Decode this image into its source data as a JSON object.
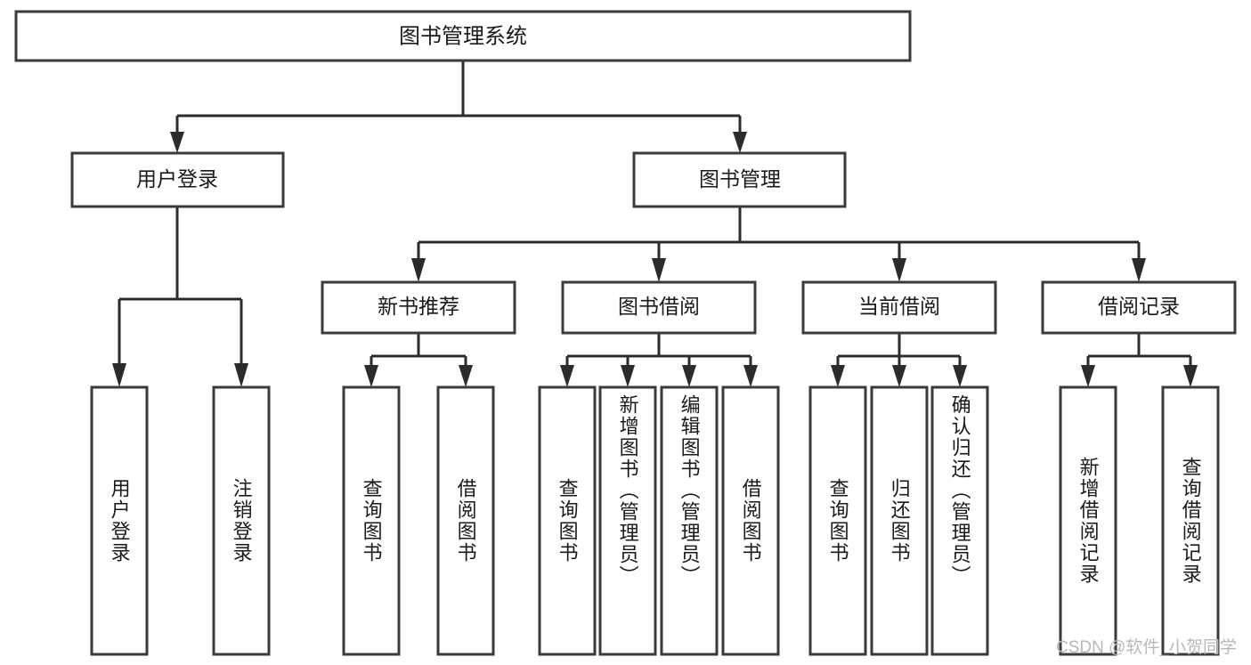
{
  "diagram": {
    "type": "tree-hierarchy",
    "title": "图书管理系统",
    "watermark": "CSDN @软件_小贺同学",
    "colors": {
      "box_stroke": "#3a3a3a",
      "connector": "#2b2b2b",
      "background": "#ffffff",
      "text": "#1a1a1a",
      "watermark_text": "#b8b8b8"
    },
    "root": {
      "label": "图书管理系统"
    },
    "level2": [
      {
        "label": "用户登录"
      },
      {
        "label": "图书管理"
      }
    ],
    "level3": [
      {
        "label": "新书推荐"
      },
      {
        "label": "图书借阅"
      },
      {
        "label": "当前借阅"
      },
      {
        "label": "借阅记录"
      }
    ],
    "leaves": {
      "user_login": [
        {
          "label": "用户登录"
        },
        {
          "label": "注销登录"
        }
      ],
      "new_books": [
        {
          "label": "查询图书"
        },
        {
          "label": "借阅图书"
        }
      ],
      "book_borrow": [
        {
          "label": "查询图书"
        },
        {
          "label": "新增图书（管理员）"
        },
        {
          "label": "编辑图书（管理员）"
        },
        {
          "label": "借阅图书"
        }
      ],
      "current_borrow": [
        {
          "label": "查询图书"
        },
        {
          "label": "归还图书"
        },
        {
          "label": "确认归还（管理员）"
        }
      ],
      "borrow_records": [
        {
          "label": "新增借阅记录"
        },
        {
          "label": "查询借阅记录"
        }
      ]
    }
  }
}
